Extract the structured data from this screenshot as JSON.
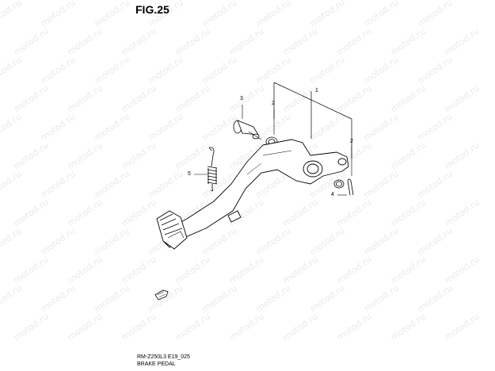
{
  "figure": {
    "title": "FIG.25"
  },
  "watermark": {
    "text": "motod.ru"
  },
  "callouts": {
    "p1": "1",
    "p2a": "2",
    "p2b": "2",
    "p3": "3",
    "p4": "4",
    "p5": "5"
  },
  "footer": {
    "code": "RM-Z250L3 E19_025",
    "name": "BRAKE PEDAL"
  },
  "icons": {
    "front_arrow": "front-arrow-icon"
  }
}
